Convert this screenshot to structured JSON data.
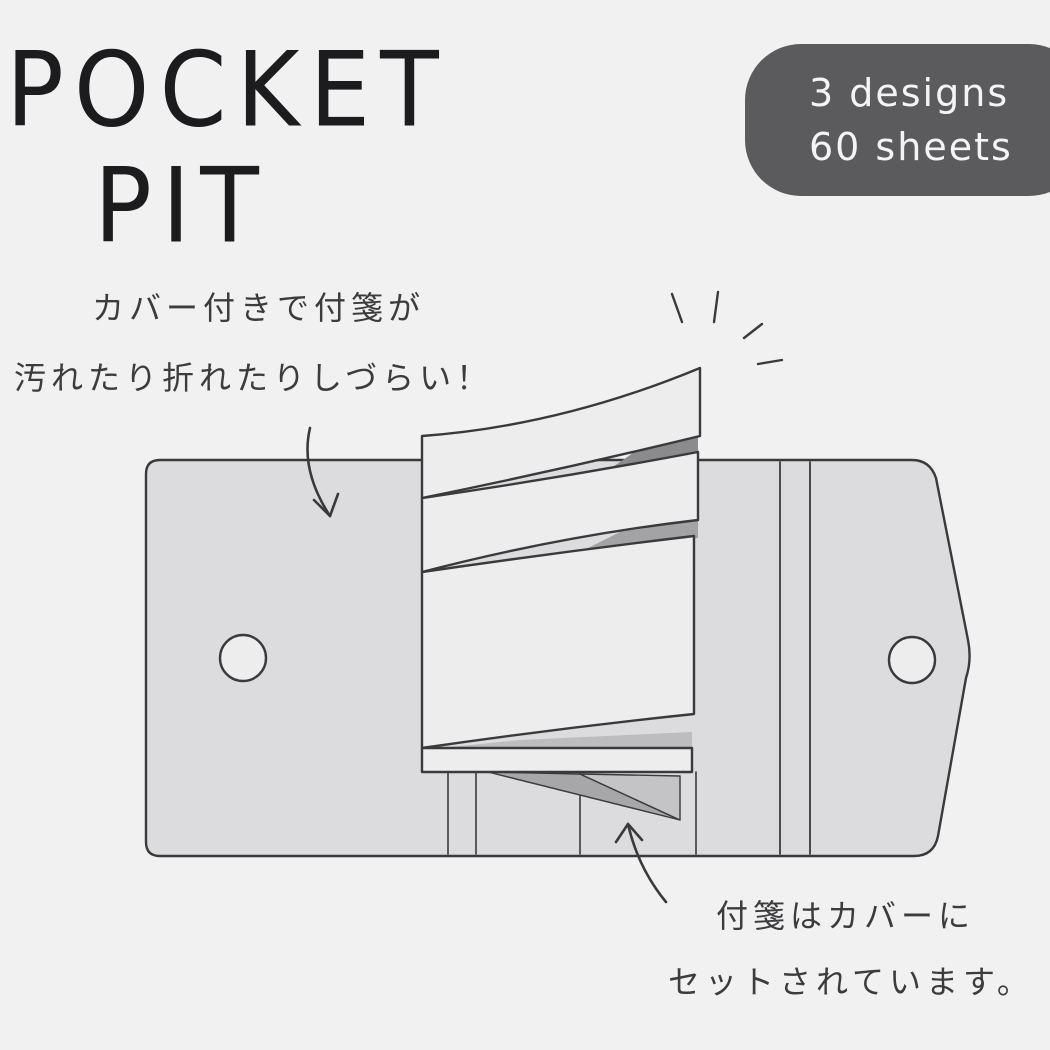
{
  "product": {
    "title_line1": "POCKET",
    "title_line2": "PIT"
  },
  "badge": {
    "line1": "3 designs",
    "line2": "60 sheets",
    "color": "#5b5b5d"
  },
  "notes": {
    "cover_line1": "カバー付きで付箋が",
    "cover_line2": "汚れたり折れたりしづらい！",
    "set_line1": "付箋はカバーに",
    "set_line2": "セットされています。"
  },
  "colors": {
    "background": "#f1f1f2",
    "cover": "#dcdcde",
    "sheet": "#ededee",
    "outline": "#3a3a3c"
  }
}
